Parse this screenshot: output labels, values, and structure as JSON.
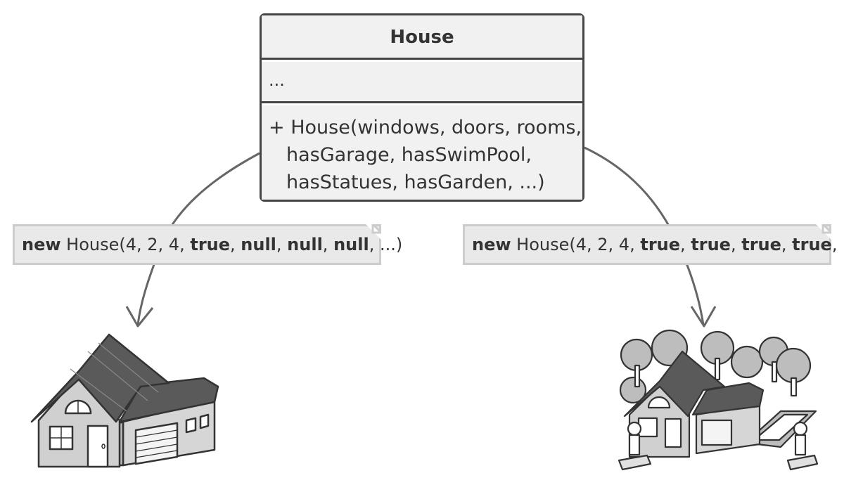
{
  "class_box": {
    "name": "House",
    "fields": "...",
    "method_lines": [
      "+ House(windows, doors, rooms,",
      "hasGarage, hasSwimPool,",
      "hasStatues, hasGarden, ...)"
    ]
  },
  "notes": {
    "left": {
      "keyword": "new",
      "call": " House(4, 2, 4, ",
      "arg1": "true",
      "sep1": ", ",
      "arg2": "null",
      "sep2": ", ",
      "arg3": "null",
      "sep3": ", ",
      "arg4": "null",
      "tail": ", ...)"
    },
    "right": {
      "keyword": "new",
      "call": " House(4, 2, 4, ",
      "arg1": "true",
      "sep1": ", ",
      "arg2": "true",
      "sep2": ", ",
      "arg3": "true",
      "sep3": ", ",
      "arg4": "true",
      "tail": ", ...)"
    }
  },
  "colors": {
    "stroke": "#444444",
    "fill_light": "#f1f1f1",
    "note_fill": "#e9e9e9",
    "note_border": "#cccccc",
    "arrow": "#666666"
  },
  "icons": [
    "simple-house-icon",
    "luxury-house-icon"
  ]
}
